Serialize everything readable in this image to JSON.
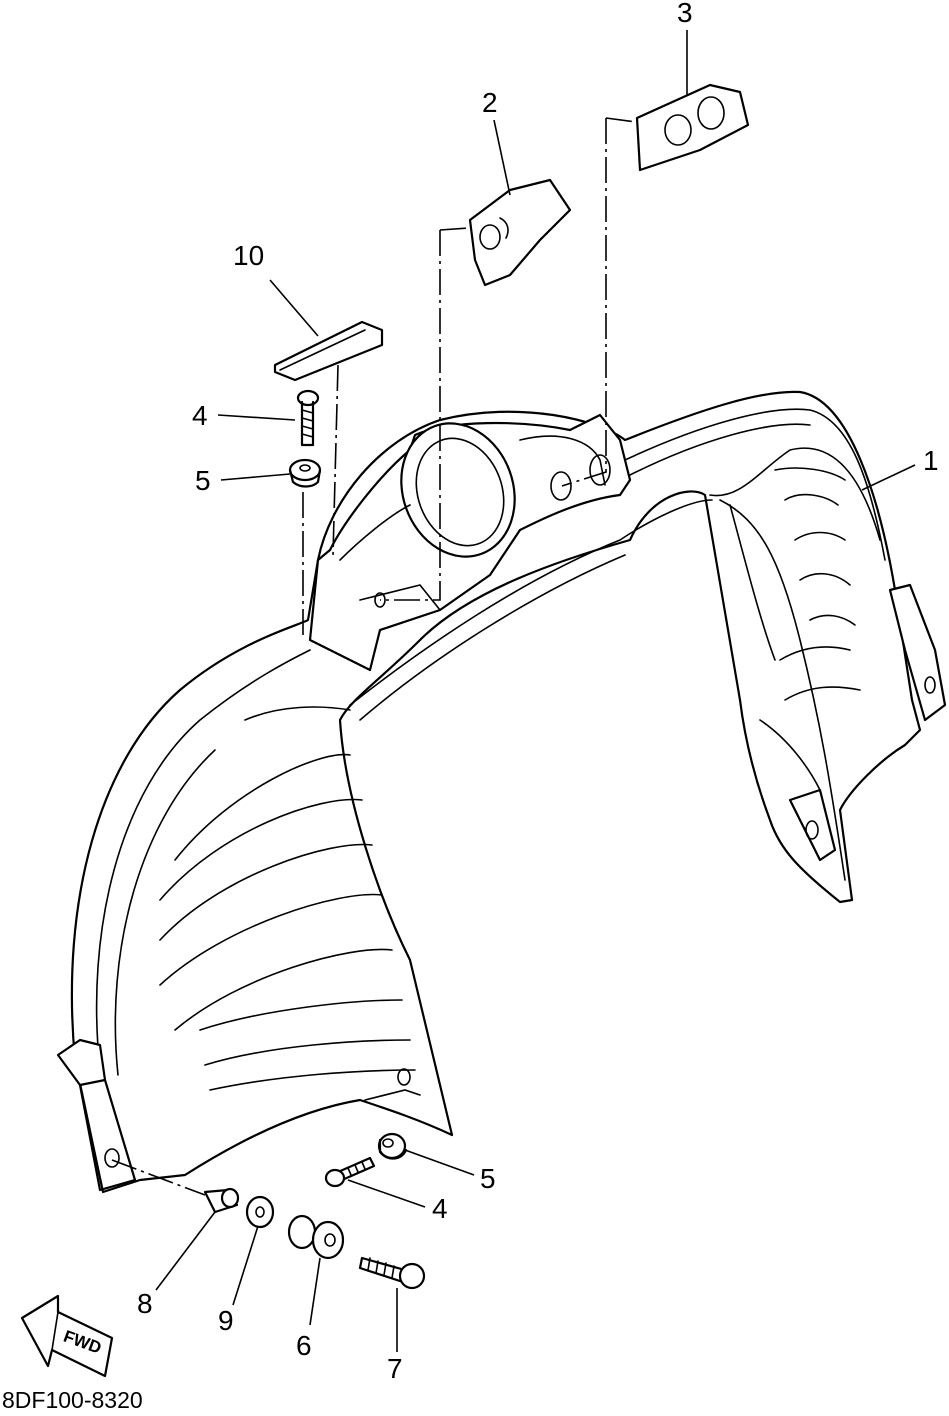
{
  "diagram": {
    "drawing_code": "8DF100-8320",
    "direction_arrow_label": "FWD",
    "callouts": {
      "c1": "1",
      "c2": "2",
      "c3": "3",
      "c4a": "4",
      "c4b": "4",
      "c5a": "5",
      "c5b": "5",
      "c6": "6",
      "c7": "7",
      "c8": "8",
      "c9": "9",
      "c10": "10"
    }
  }
}
